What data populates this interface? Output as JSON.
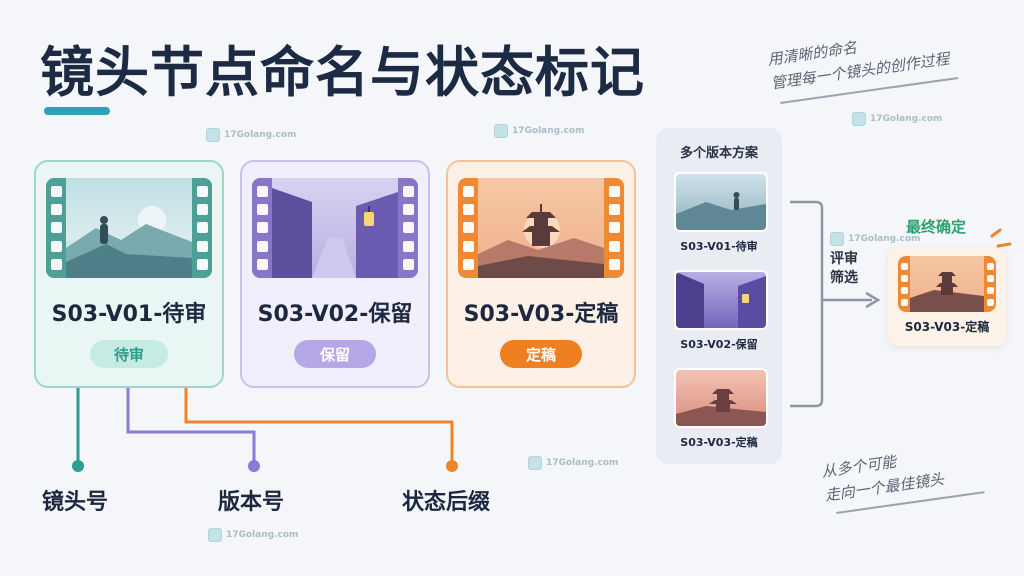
{
  "title": "镜头节点命名与状态标记",
  "tagline_top": [
    "用清晰的命名",
    "管理每一个镜头的创作过程"
  ],
  "tagline_bottom": [
    "从多个可能",
    "走向一个最佳镜头"
  ],
  "watermark": "17Golang.com",
  "cards": [
    {
      "label": "S03-V01-待审",
      "status": "待审"
    },
    {
      "label": "S03-V02-保留",
      "status": "保留"
    },
    {
      "label": "S03-V03-定稿",
      "status": "定稿"
    }
  ],
  "bottom_labels": {
    "shot": "镜头号",
    "version": "版本号",
    "status": "状态后缀"
  },
  "versions_panel": {
    "title": "多个版本方案",
    "items": [
      "S03-V01-待审",
      "S03-V02-保留",
      "S03-V03-定稿"
    ]
  },
  "review_label": [
    "评审",
    "筛选"
  ],
  "final": {
    "title": "最终确定",
    "label": "S03-V03-定稿"
  },
  "colors": {
    "teal": "#2e9c8e",
    "purple": "#8d7ad6",
    "orange": "#f08428",
    "green": "#2aa36e"
  }
}
